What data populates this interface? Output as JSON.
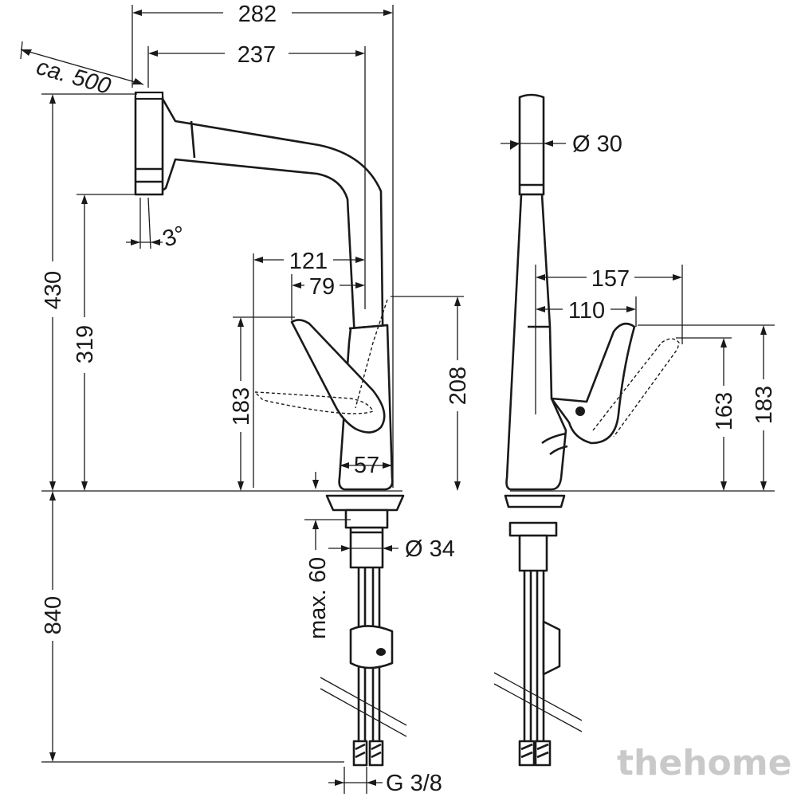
{
  "drawing": {
    "dimensions": {
      "width_total": "282",
      "width_spout": "237",
      "pullout": "ca. 500",
      "height_total": "430",
      "height_spout": "319",
      "angle": "3°",
      "lever_reach": "121",
      "lever_offset": "79",
      "lever_height_front": "183",
      "body_height": "208",
      "body_width": "57",
      "hole_diameter": "Ø 34",
      "max_thickness": "max. 60",
      "hose_length": "840",
      "thread": "G 3/8",
      "top_diameter": "Ø 30",
      "side_reach": "157",
      "side_offset": "110",
      "side_height_lower": "163",
      "side_height_upper": "183"
    },
    "watermark": "thehome"
  }
}
